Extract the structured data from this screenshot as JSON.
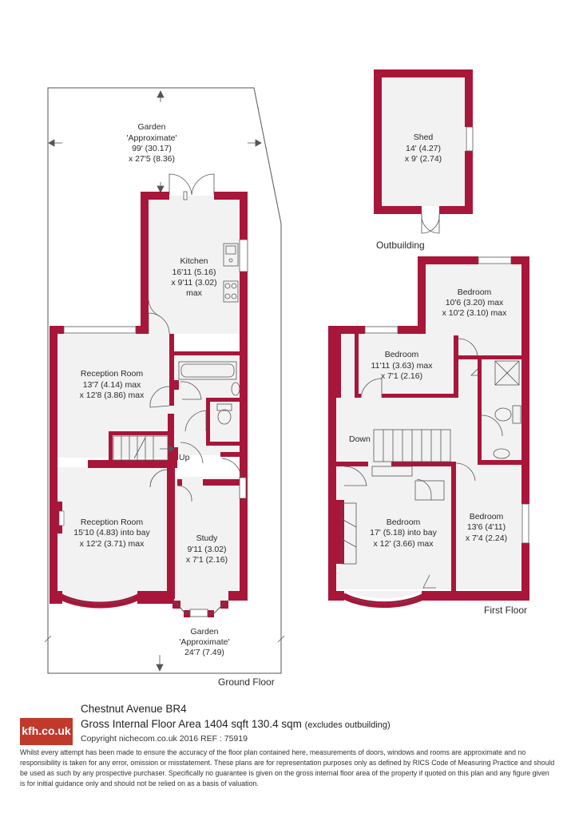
{
  "rooms": {
    "garden_rear": {
      "name": "Garden",
      "note": "'Approximate'",
      "dim1": "99' (30.17)",
      "dim2": "x 27'5 (8.36)"
    },
    "kitchen": {
      "name": "Kitchen",
      "dim1": "16'11 (5.16)",
      "dim2": "x 9'11 (3.02)",
      "dim3": "max"
    },
    "reception_rear": {
      "name": "Reception Room",
      "dim1": "13'7 (4.14) max",
      "dim2": "x 12'8 (3.86) max"
    },
    "reception_front": {
      "name": "Reception Room",
      "dim1": "15'10 (4.83) into bay",
      "dim2": "x 12'2 (3.71) max"
    },
    "study": {
      "name": "Study",
      "dim1": "9'11 (3.02)",
      "dim2": "x 7'1 (2.16)"
    },
    "garden_front": {
      "name": "Garden",
      "note": "'Approximate'",
      "dim1": "24'7 (7.49)"
    },
    "shed": {
      "name": "Shed",
      "dim1": "14' (4.27)",
      "dim2": "x 9' (2.74)"
    },
    "bed_rear_right": {
      "name": "Bedroom",
      "dim1": "10'6 (3.20) max",
      "dim2": "x 10'2 (3.10) max"
    },
    "bed_small": {
      "name": "Bedroom",
      "dim1": "11'11 (3.63) max",
      "dim2": "x 7'1 (2.16)"
    },
    "bed_front": {
      "name": "Bedroom",
      "dim1": "17' (5.18) into bay",
      "dim2": "x 12' (3.66) max"
    },
    "bed_front_right": {
      "name": "Bedroom",
      "dim1": "13'6 (4'11)",
      "dim2": "x 7'4 (2.24)"
    }
  },
  "stairs": {
    "up": "Up",
    "down": "Down"
  },
  "floors": {
    "ground": "Ground Floor",
    "first": "First Floor",
    "outbuilding": "Outbuilding"
  },
  "footer": {
    "logo": "kfh.co.uk",
    "address": "Chestnut Avenue  BR4",
    "gia": "Gross Internal Floor Area 1404 sqft 130.4 sqm",
    "gia_note": "(excludes outbuilding)",
    "copyright": "Copyright nichecom.co.uk 2016 REF : 75919",
    "disclaimer": "Whilst every attempt has been made to ensure the accuracy of the floor plan contained here, measurements of doors, windows and rooms are approximate and no responsibility is taken for any error, omission or misstatement. These plans are for representation purposes only as defined by RICS Code of Measuring Practice and should be used as such by any prospective purchaser. Specifically no guarantee is given on the gross internal floor area of the property if quoted on this plan and any figure given is for initial guidance only and should not be relied on as a basis of valuation."
  },
  "colors": {
    "wall": "#a8163a",
    "floor": "#f2f2f2",
    "outline": "#555555"
  }
}
